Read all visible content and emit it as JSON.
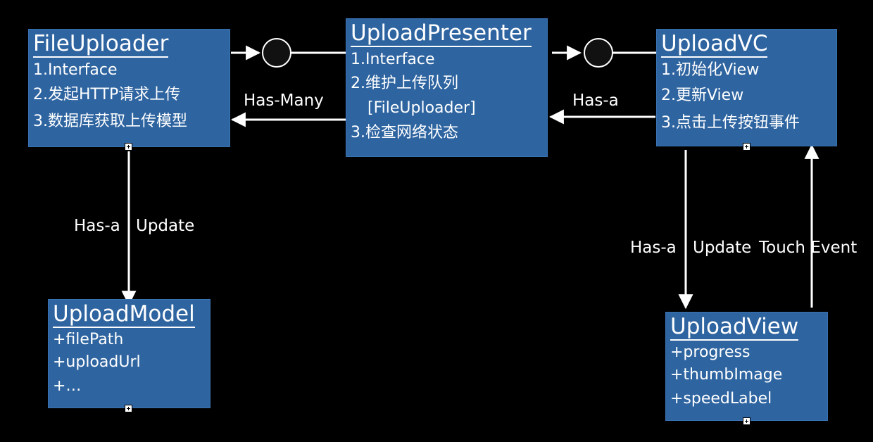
{
  "boxes": {
    "file_uploader": {
      "title": "FileUploader",
      "lines": [
        "1.Interface",
        "2.发起HTTP请求上传",
        "3.数据库获取上传模型"
      ]
    },
    "upload_presenter": {
      "title": "UploadPresenter",
      "lines": [
        "1.Interface",
        "2.维护上传队列",
        "[FileUploader]",
        "3.检查网络状态"
      ]
    },
    "upload_vc": {
      "title": "UploadVC",
      "lines": [
        "1.初始化View",
        "2.更新View",
        "3.点击上传按钮事件"
      ]
    },
    "upload_model": {
      "title": "UploadModel",
      "lines": [
        "+filePath",
        "+uploadUrl",
        "+…"
      ]
    },
    "upload_view": {
      "title": "UploadView",
      "lines": [
        "+progress",
        "+thumbImage",
        "+speedLabel"
      ]
    }
  },
  "edges": {
    "presenter_to_uploader": "Has-Many",
    "vc_to_presenter": "Has-a",
    "uploader_to_model_has": "Has-a",
    "uploader_to_model_update": "Update",
    "vc_to_view_has": "Has-a",
    "vc_to_view_update": "Update",
    "view_to_vc_event": "Touch Event"
  },
  "colors": {
    "background": "#000000",
    "box_fill": "#2e64a0",
    "foreground": "#ffffff"
  }
}
